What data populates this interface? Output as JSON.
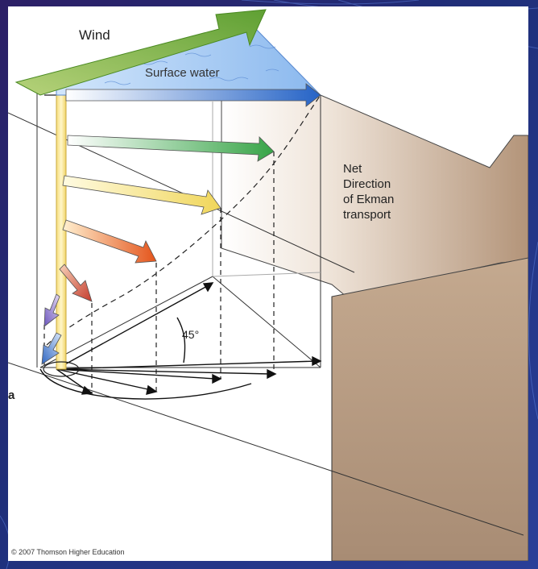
{
  "labels": {
    "wind": "Wind",
    "surface_water": "Surface water",
    "net_direction_line1": "Net",
    "net_direction_line2": "Direction",
    "net_direction_line3": "of Ekman",
    "net_direction_line4": "transport",
    "angle": "45°",
    "panel": "a",
    "copyright": "© 2007 Thomson Higher Education"
  },
  "colors": {
    "wind_arrow": "#6fae3a",
    "surface_water": "#a8cdf3",
    "deep_panel": "#c0a48a",
    "deep_panel_light": "#efe5db",
    "background": "#2a2a78",
    "depth_arrows": [
      "#2f67c8",
      "#3fa84a",
      "#f0d860",
      "#e85a1f",
      "#c84a3a",
      "#7866c6",
      "#3c72c8"
    ]
  }
}
